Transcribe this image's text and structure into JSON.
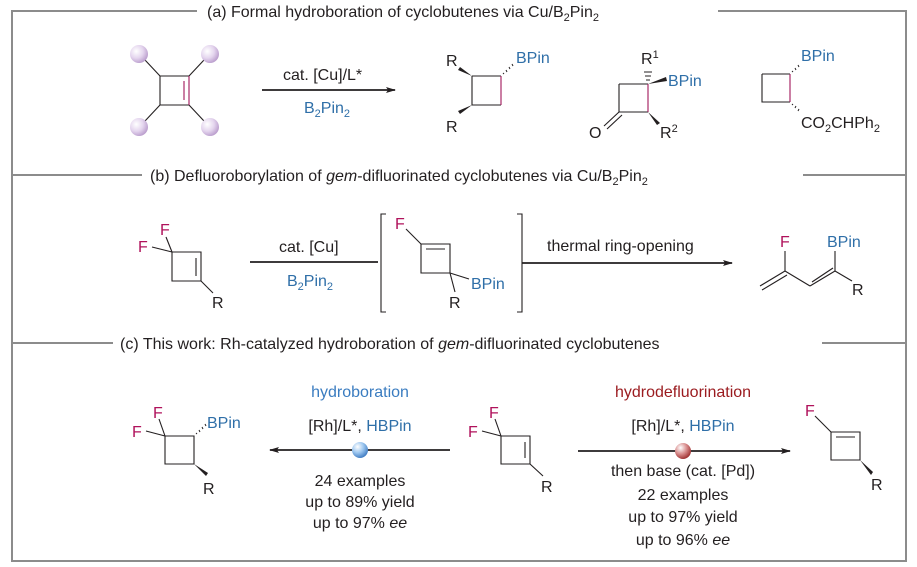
{
  "colors": {
    "text": "#231f20",
    "boron_blue": "#2f6fa8",
    "fluorine_magenta": "#b0125b",
    "hydrodefluorination_red": "#9b1c20",
    "hydroboration_blue": "#3a7cc0",
    "frame_gray": "#8c8c8c",
    "substituent_sphere": "#d9c6e6"
  },
  "section_a": {
    "header_prefix": "(a) Formal hydroboration of cyclobutenes via Cu/B",
    "header_sub1": "2",
    "header_mid": "Pin",
    "header_sub2": "2",
    "reagent_top": "cat. [Cu]/L*",
    "reagent_bottom_main": "B",
    "reagent_bottom_sub1": "2",
    "reagent_bottom_mid": "Pin",
    "reagent_bottom_sub2": "2",
    "product1": {
      "r_top": "R",
      "r_bottom": "R",
      "boron": "BPin"
    },
    "product2": {
      "r1": "R",
      "r1_sup": "1",
      "boron": "BPin",
      "o": "O",
      "r2": "R",
      "r2_sup": "2"
    },
    "product3": {
      "boron": "BPin",
      "ester_a": "CO",
      "ester_sub": "2",
      "ester_b": "CHPh",
      "ester_sub2": "2"
    }
  },
  "section_b": {
    "header_prefix": "(b) Defluoroborylation of ",
    "header_italic": "gem",
    "header_suffix": "-difluorinated cyclobutenes via Cu/B",
    "header_sub1": "2",
    "header_mid": "Pin",
    "header_sub2": "2",
    "substrate": {
      "f1": "F",
      "f2": "F",
      "r": "R"
    },
    "reagent_top": "cat. [Cu]",
    "reagent_bottom_main": "B",
    "reagent_bottom_sub1": "2",
    "reagent_bottom_mid": "Pin",
    "reagent_bottom_sub2": "2",
    "intermediate": {
      "f": "F",
      "boron": "BPin",
      "r": "R"
    },
    "step2_label": "thermal ring-opening",
    "product": {
      "f": "F",
      "boron": "BPin",
      "r": "R"
    }
  },
  "section_c": {
    "header_prefix": "(c) This work: Rh-catalyzed hydroboration of ",
    "header_italic": "gem",
    "header_suffix": "-difluorinated cyclobutenes",
    "left_product": {
      "f1": "F",
      "f2": "F",
      "boron": "BPin",
      "r": "R"
    },
    "left_arrow": {
      "pathway": "hydroboration",
      "catalyst": "[Rh]/L*, ",
      "reagent": "HBPin",
      "scope": "24 examples",
      "yield": "up to 89% yield",
      "ee_prefix": "up to 97% ",
      "ee_italic": "ee"
    },
    "substrate": {
      "f1": "F",
      "f2": "F",
      "r": "R"
    },
    "right_arrow": {
      "pathway": "hydrodefluorination",
      "catalyst": "[Rh]/L*, ",
      "reagent": "HBPin",
      "conditions": "then base (cat. [Pd])",
      "scope": "22 examples",
      "yield": "up to 97% yield",
      "ee_prefix": "up to 96% ",
      "ee_italic": "ee"
    },
    "right_product": {
      "f": "F",
      "r": "R"
    }
  }
}
